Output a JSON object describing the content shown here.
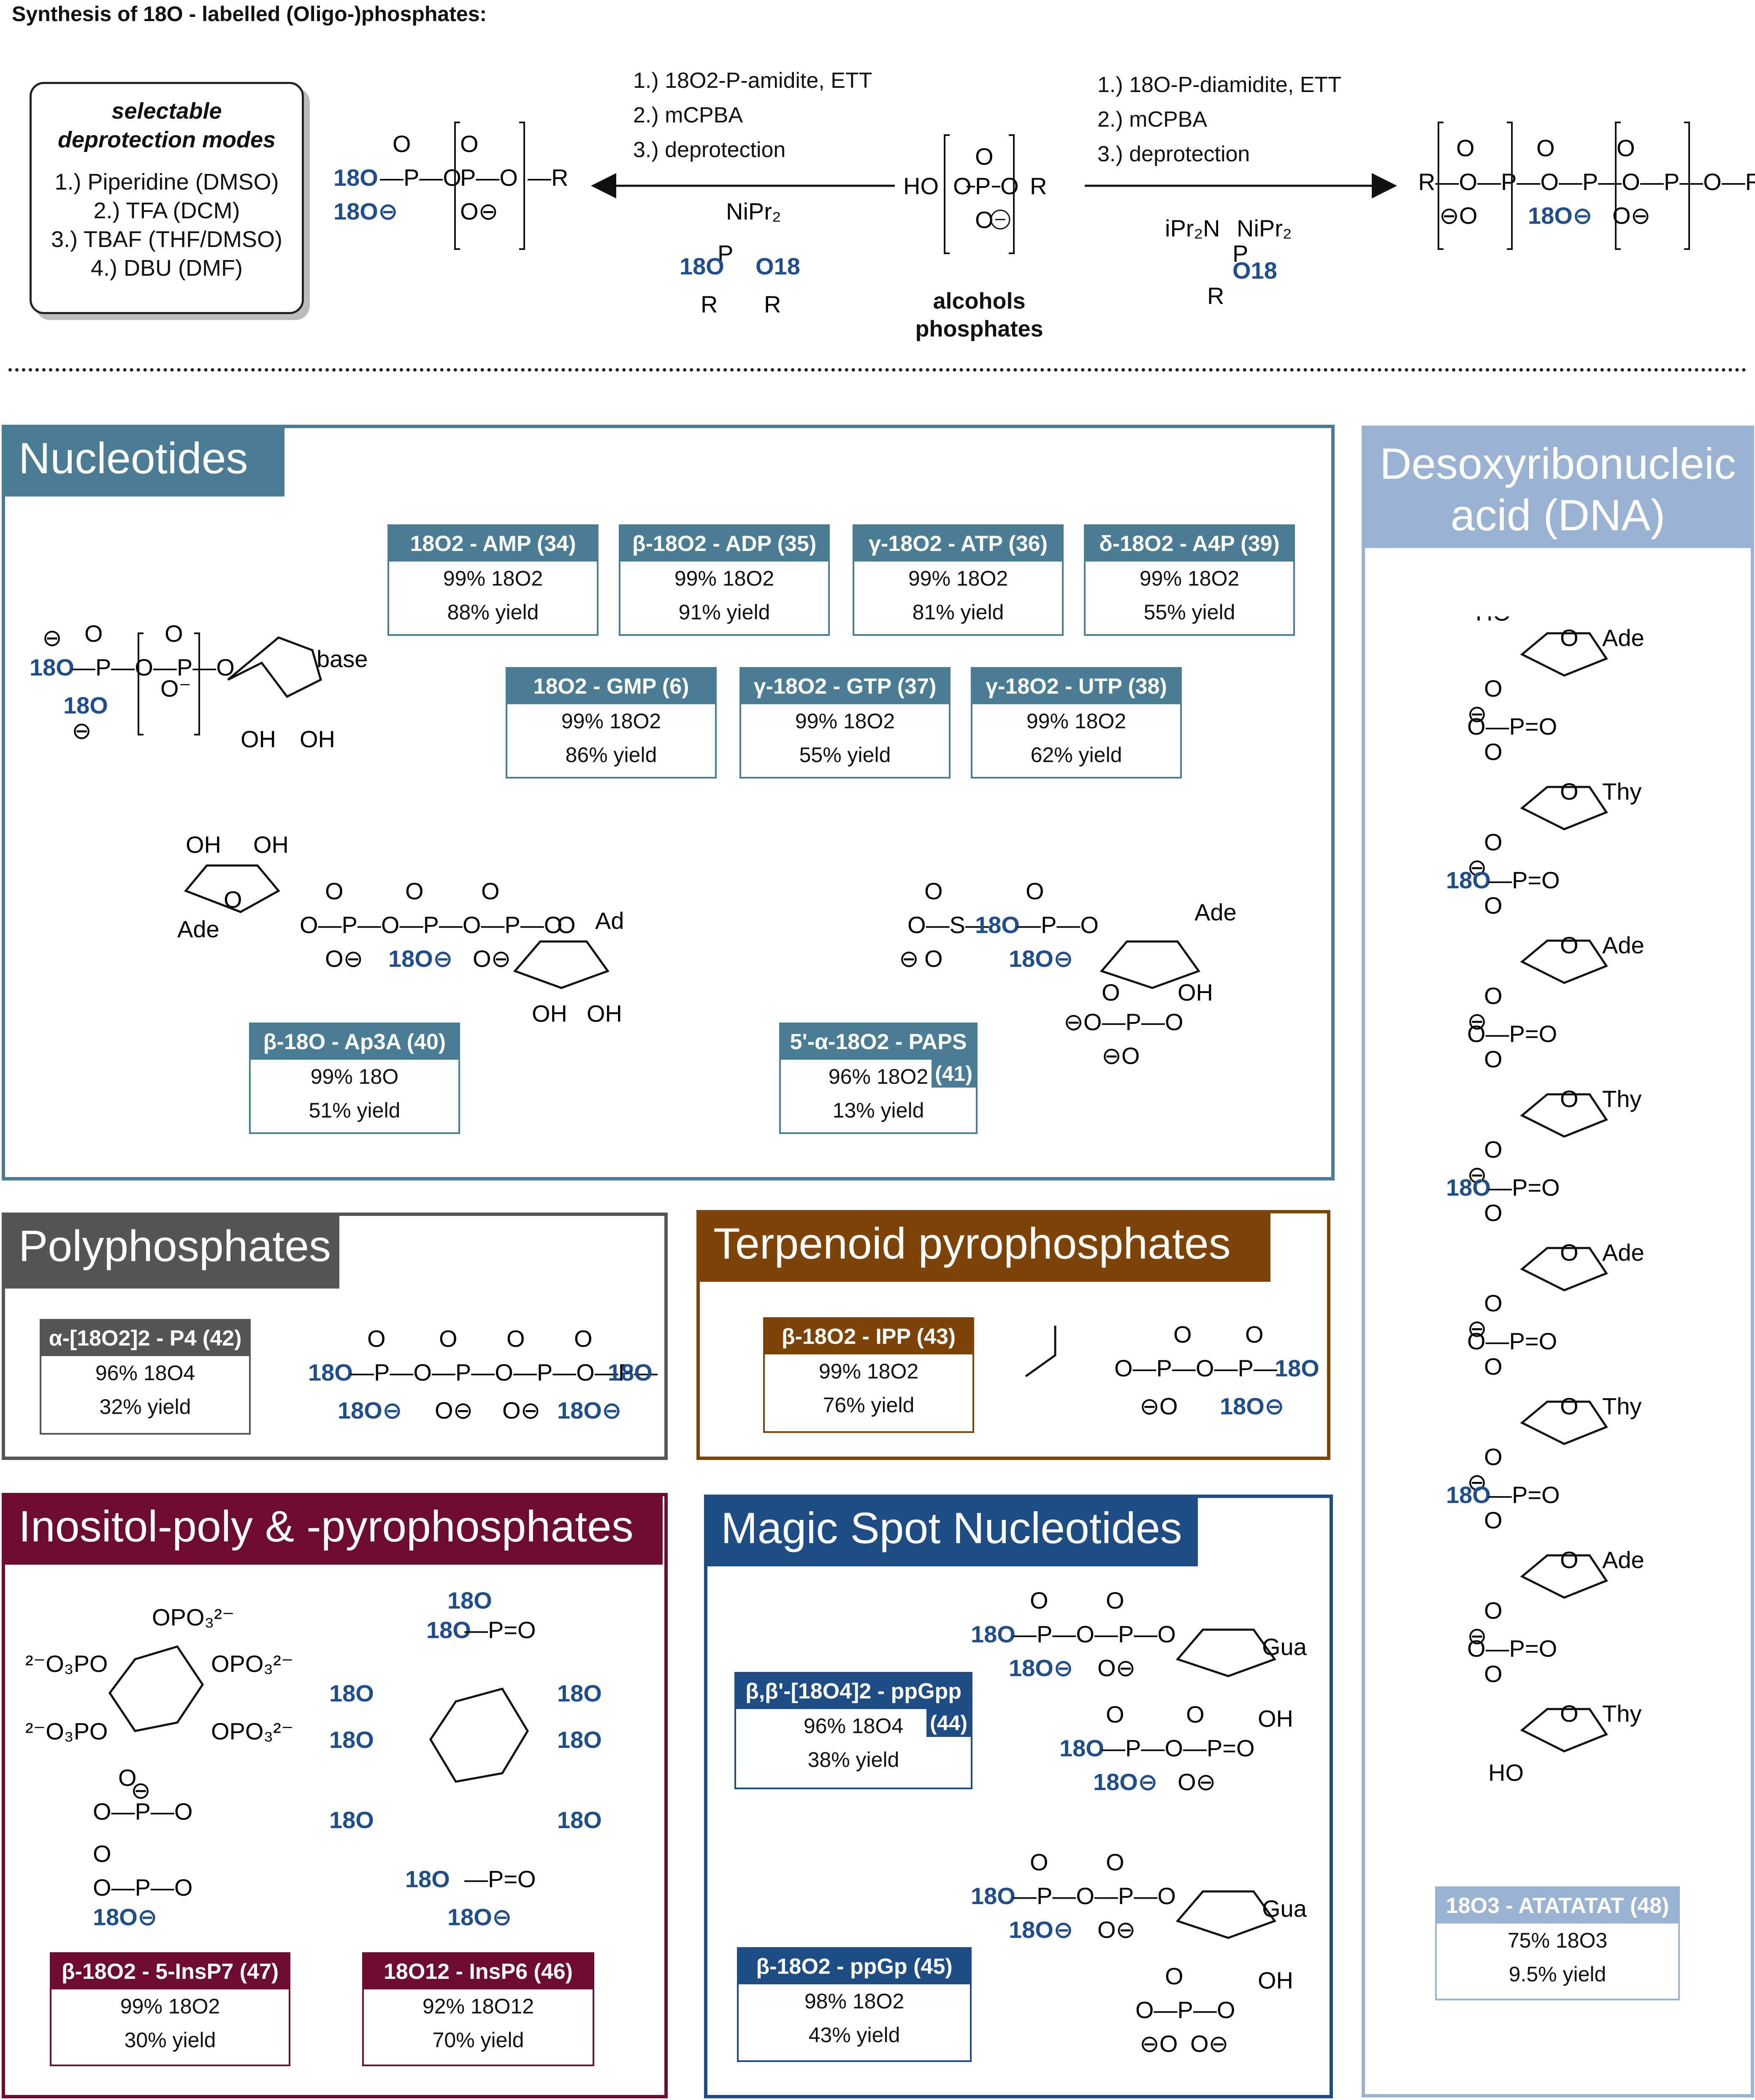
{
  "header": {
    "title": "Synthesis of 18O - labelled (Oligo-)phosphates:"
  },
  "scheme": {
    "modes_title": [
      "selectable",
      "deprotection modes"
    ],
    "modes": [
      "1.) Piperidine (DMSO)",
      "2.) TFA (DCM)",
      "3.) TBAF (THF/DMSO)",
      "4.) DBU (DMF)"
    ],
    "left_conditions": [
      "1.) 18O2-P-amidite, ETT",
      "2.) mCPBA",
      "3.) deprotection"
    ],
    "right_conditions": [
      "1.) 18O-P-diamidite, ETT",
      "2.) mCPBA",
      "3.) deprotection"
    ],
    "center_labels": [
      "alcohols",
      "phosphates"
    ]
  },
  "colors": {
    "nucleotides": "#4a7d94",
    "dna": "#9ab3d3",
    "polyphosphates": "#555555",
    "terpenoid": "#7e4306",
    "inositol": "#6e0b30",
    "magic": "#1e4d86",
    "o18": "#1f4e8c"
  },
  "sections": {
    "nucleotides": "Nucleotides",
    "dna": [
      "Desoxyribonucleic",
      "acid (DNA)"
    ],
    "polyphosphates": "Polyphosphates",
    "terpenoid": "Terpenoid pyrophosphates",
    "inositol": "Inositol-poly & -pyrophosphates",
    "magic": "Magic Spot Nucleotides"
  },
  "cards": [
    {
      "id": "amp",
      "title": "18O2 - AMP (34)",
      "label": "99% 18O2",
      "yield": "88% yield"
    },
    {
      "id": "adp",
      "title": "β-18O2 - ADP (35)",
      "label": "99% 18O2",
      "yield": "91% yield"
    },
    {
      "id": "atp",
      "title": "γ-18O2 - ATP (36)",
      "label": "99% 18O2",
      "yield": "81% yield"
    },
    {
      "id": "a4p",
      "title": "δ-18O2 - A4P (39)",
      "label": "99% 18O2",
      "yield": "55% yield"
    },
    {
      "id": "gmp",
      "title": "18O2 - GMP (6)",
      "label": "99% 18O2",
      "yield": "86% yield"
    },
    {
      "id": "gtp",
      "title": "γ-18O2 - GTP (37)",
      "label": "99% 18O2",
      "yield": "55% yield"
    },
    {
      "id": "utp",
      "title": "γ-18O2 - UTP (38)",
      "label": "99% 18O2",
      "yield": "62% yield"
    },
    {
      "id": "ap3a",
      "title": "β-18O - Ap3A (40)",
      "label": "99% 18O",
      "yield": "51% yield"
    },
    {
      "id": "paps",
      "title": "5'-α-18O2 - PAPS",
      "label": "96% 18O2",
      "yield": "13% yield",
      "tag": "(41)"
    },
    {
      "id": "p4",
      "title": "α-[18O2]2 - P4 (42)",
      "label": "96% 18O4",
      "yield": "32% yield"
    },
    {
      "id": "ipp",
      "title": "β-18O2 - IPP (43)",
      "label": "99% 18O2",
      "yield": "76% yield"
    },
    {
      "id": "insp7",
      "title": "β-18O2 - 5-InsP7 (47)",
      "label": "99% 18O2",
      "yield": "30% yield"
    },
    {
      "id": "insp6",
      "title": "18O12 - InsP6 (46)",
      "label": "92% 18O12",
      "yield": "70% yield"
    },
    {
      "id": "ppgpp",
      "title": "β,β'-[18O4]2 - ppGpp",
      "label": "96% 18O4",
      "yield": "38% yield",
      "tag": "(44)"
    },
    {
      "id": "ppgp",
      "title": "β-18O2 - ppGp (45)",
      "label": "98% 18O2",
      "yield": "43% yield"
    },
    {
      "id": "atatatat",
      "title": "18O3 - ATATATAT (48)",
      "label": "75% 18O3",
      "yield": "9.5% yield"
    }
  ],
  "dna_bases": [
    "Ade",
    "Thy",
    "Ade",
    "Thy",
    "Ade",
    "Thy",
    "Ade",
    "Thy"
  ]
}
